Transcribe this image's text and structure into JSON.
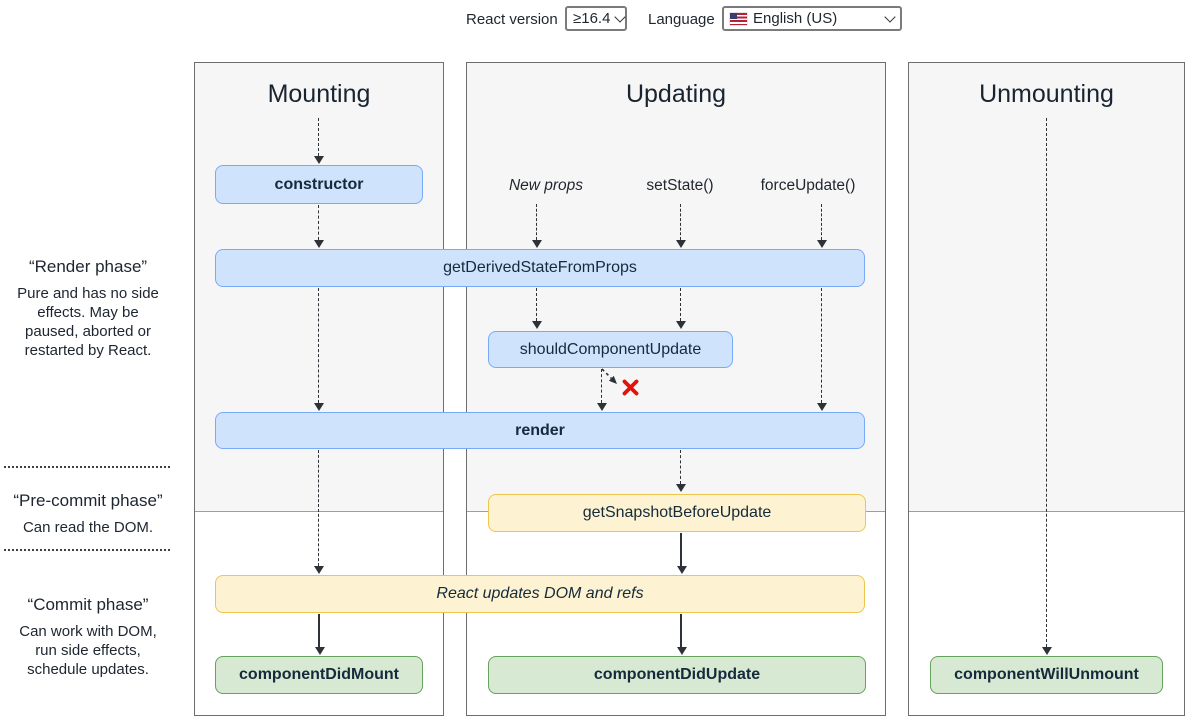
{
  "header": {
    "react_version_label": "React version",
    "react_version_value": "≥16.4",
    "language_label": "Language",
    "language_value": "English (US)"
  },
  "columns": {
    "mounting": "Mounting",
    "updating": "Updating",
    "unmounting": "Unmounting"
  },
  "phases": {
    "render": {
      "title": "“Render phase”",
      "description": "Pure and has no side\neffects. May be\npaused, aborted or\nrestarted by React."
    },
    "pre_commit": {
      "title": "“Pre-commit phase”",
      "description": "Can read the DOM."
    },
    "commit": {
      "title": "“Commit phase”",
      "description": "Can work with DOM,\nrun side effects,\nschedule updates."
    }
  },
  "triggers": {
    "new_props": "New props",
    "set_state": "setState()",
    "force_update": "forceUpdate()"
  },
  "methods": {
    "constructor_box": "constructor",
    "get_derived_state_from_props": "getDerivedStateFromProps",
    "should_component_update": "shouldComponentUpdate",
    "render": "render",
    "get_snapshot_before_update": "getSnapshotBeforeUpdate",
    "react_updates_dom": "React updates DOM and refs",
    "component_did_mount": "componentDidMount",
    "component_did_update": "componentDidUpdate",
    "component_will_unmount": "componentWillUnmount"
  },
  "colors": {
    "blue_fill": "#cfe3fd",
    "blue_border": "#79aaf9",
    "yellow_fill": "#fdf3d2",
    "yellow_border": "#eec54d",
    "green_fill": "#d7e9d3",
    "green_border": "#65a25b",
    "abort_red": "#e3120b",
    "panel_gray": "#f6f6f6"
  }
}
